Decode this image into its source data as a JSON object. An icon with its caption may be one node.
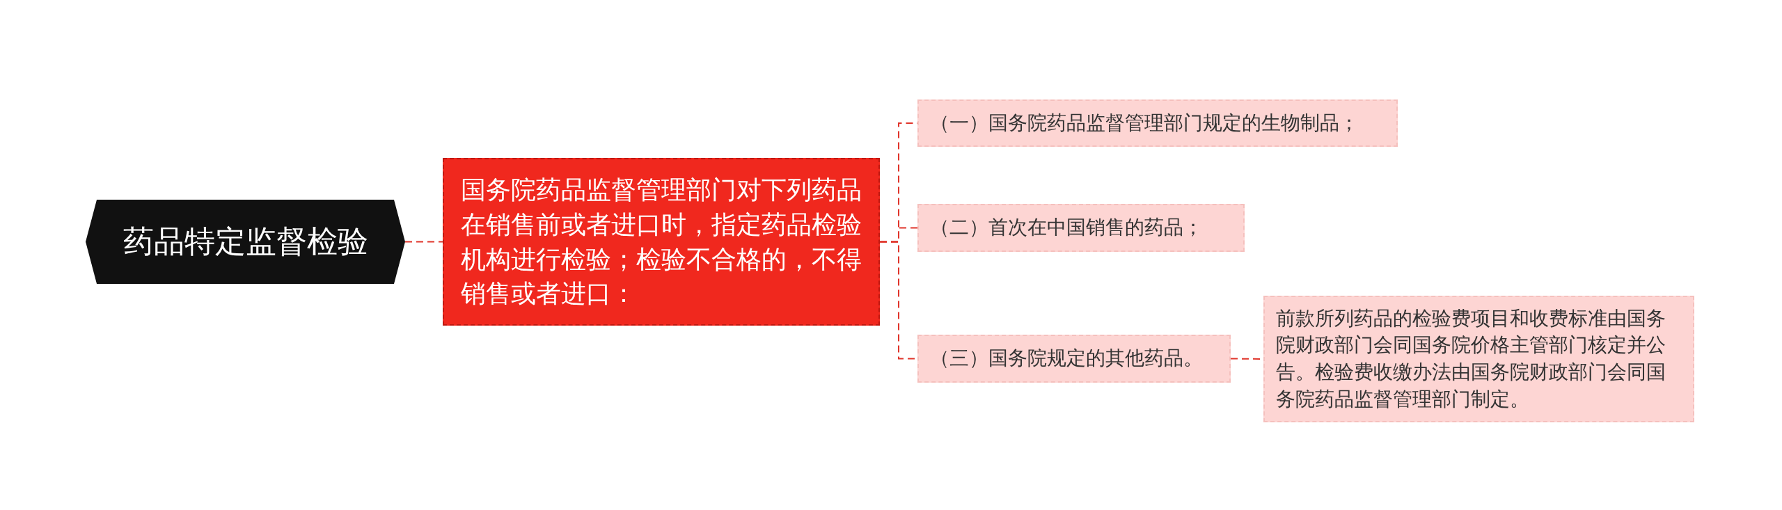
{
  "diagram": {
    "nodes": [
      {
        "text": [
          "药品特定监督检验"
        ]
      },
      {
        "text": [
          "国务院药品监督管理部门对下列药品在销售前或者进口时，指定药品检验机构进行检验；检验不合格的，不得销售或者进口："
        ]
      },
      {
        "text": [
          "（一）国务院药品监督管理部门规定的生物制品；"
        ]
      },
      {
        "text": [
          "（二）首次在中国销售的药品；"
        ]
      },
      {
        "text": [
          "（三）国务院规定的其他药品。"
        ]
      },
      {
        "text": [
          "前款所列药品的检验费项目和收费标准由国务院财政部门会同国务院价格主管部门核定并公告。检验费收缴办法由国务院财政部门会同国务院药品监督管理部门制定。"
        ]
      }
    ],
    "edges": [
      {
        "from": 0,
        "to": 1,
        "arrow": "none",
        "style": "dashed"
      },
      {
        "from": 1,
        "to": 2,
        "arrow": "none",
        "style": "dashed"
      },
      {
        "from": 1,
        "to": 3,
        "arrow": "none",
        "style": "dashed"
      },
      {
        "from": 1,
        "to": 4,
        "arrow": "none",
        "style": "dashed"
      },
      {
        "from": 4,
        "to": 5,
        "arrow": "none",
        "style": "dashed"
      }
    ]
  }
}
